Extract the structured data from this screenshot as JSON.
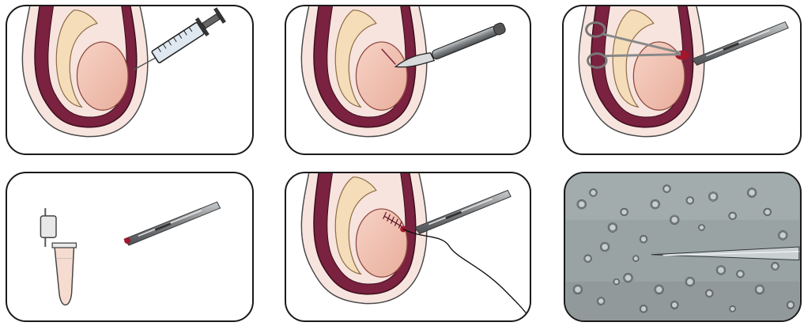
{
  "figure": {
    "panels": [
      {
        "id": "p1",
        "step": "injection",
        "icons": [
          "testis-icon",
          "syringe-icon"
        ]
      },
      {
        "id": "p2",
        "step": "incision",
        "icons": [
          "testis-icon",
          "scalpel-icon"
        ]
      },
      {
        "id": "p3",
        "step": "extraction",
        "icons": [
          "testis-icon",
          "scissors-icon",
          "forceps-icon"
        ]
      },
      {
        "id": "p4",
        "step": "collection",
        "icons": [
          "microtube-icon",
          "forceps-icon"
        ]
      },
      {
        "id": "p5",
        "step": "suture",
        "icons": [
          "testis-icon",
          "needle-holder-icon",
          "suture-thread-icon"
        ]
      },
      {
        "id": "p6",
        "step": "microscopy",
        "icons": [
          "micrograph-image",
          "micropipette-icon"
        ]
      }
    ],
    "colors": {
      "tunica_outer": "#7a2240",
      "scrotum_fill": "#f7e4de",
      "epididymis": "#f4ddb8",
      "testis": "#f2c6b6",
      "instrument_steel": "#8b8e91",
      "blood": "#a3162c",
      "micrograph_bg": "#9aa3a4"
    }
  }
}
